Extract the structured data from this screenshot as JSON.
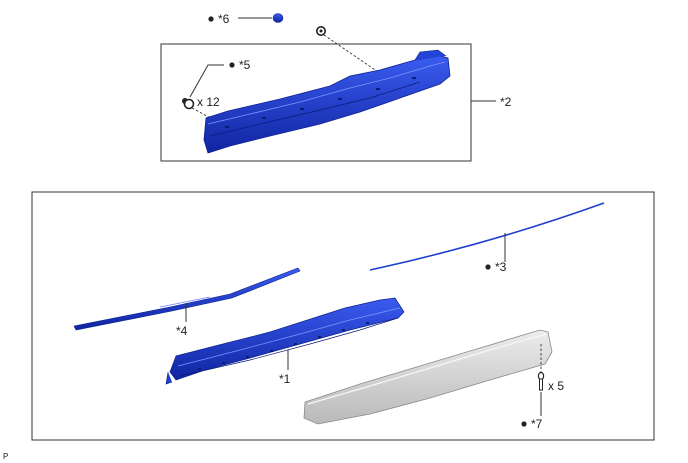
{
  "callouts": {
    "c1": "*1",
    "c2": "*2",
    "c3": "*3",
    "c4": "*4",
    "c5": "*5",
    "c6": "*6",
    "c7": "*7"
  },
  "quantities": {
    "clips": "x 12",
    "fasteners": "x 5"
  },
  "corner_mark": "P",
  "colors": {
    "part_blue": "#1f3fd0",
    "part_blue_dark": "#0e2290",
    "part_grey": "#d6d6d6",
    "line": "#333333"
  }
}
